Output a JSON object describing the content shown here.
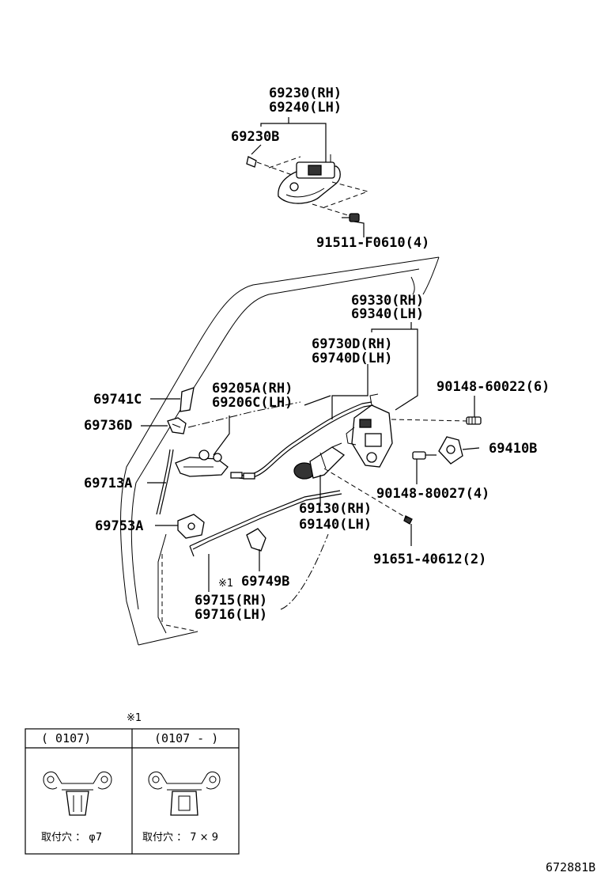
{
  "labels": {
    "handle_outer_rh": "69230(RH)",
    "handle_outer_lh": "69240(LH)",
    "handle_cap": "69230B",
    "bolt_handle": "91511-F0610(4)",
    "lock_rh": "69330(RH)",
    "lock_lh": "69340(LH)",
    "cable_rh": "69730D(RH)",
    "cable_lh": "69740D(LH)",
    "inner_handle_rh": "69205A(RH)",
    "inner_handle_lh": "69206C(LH)",
    "screw_lock": "90148-60022(6)",
    "striker": "69410B",
    "screw_striker": "90148-80027(4)",
    "cylinder_rh": "69130(RH)",
    "cylinder_lh": "69140(LH)",
    "screw_cylinder": "91651-40612(2)",
    "clip_741": "69741C",
    "clip_736": "69736D",
    "rod_713": "69713A",
    "clip_753": "69753A",
    "clip_749": "69749B",
    "rod_rh": "69715(RH)",
    "rod_lh": "69716(LH)",
    "note_mark": "※1",
    "figure_code": "672881B"
  },
  "detail_box": {
    "note_mark": "※1",
    "left_header": "(      0107)",
    "right_header": "(0107 -      )",
    "left_caption": "取付穴 ： φ7",
    "right_caption": "取付穴 ： 7 × 9"
  }
}
